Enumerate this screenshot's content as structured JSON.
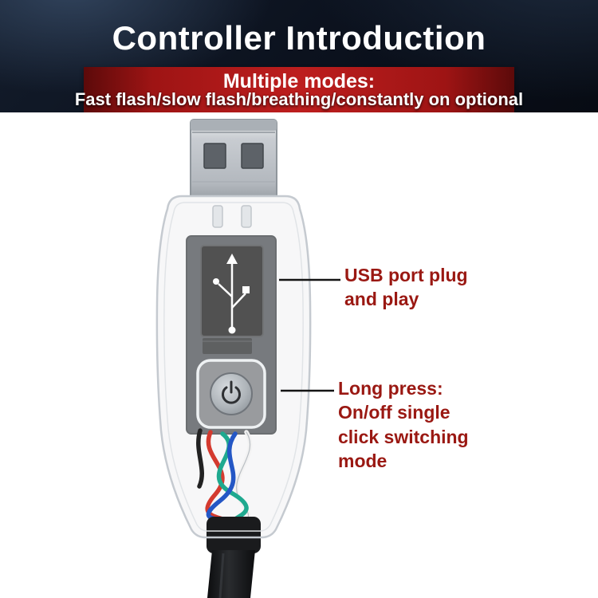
{
  "page": {
    "title": "Controller Introduction"
  },
  "banner": {
    "heading": "Multiple modes:",
    "subheading": "Fast flash/slow flash/breathing/constantly on optional"
  },
  "callouts": [
    {
      "text": "USB port plug\nand play"
    },
    {
      "text": "Long press:\nOn/off single\nclick switching\nmode"
    }
  ],
  "device": {
    "type": "USB LED controller",
    "parts": [
      "usb-a-connector",
      "translucent-shell",
      "pcb",
      "usb-logo-panel",
      "chip",
      "power-mode-button",
      "colored-wires",
      "black-cable"
    ]
  },
  "colors": {
    "header_background": "#0b111d",
    "banner_red": "#bd1e1e",
    "callout_text": "#9a1812",
    "wire_colors": [
      "#d43a2f",
      "#1fa98f",
      "#2457c5",
      "#f2f2f2",
      "#222222"
    ]
  }
}
